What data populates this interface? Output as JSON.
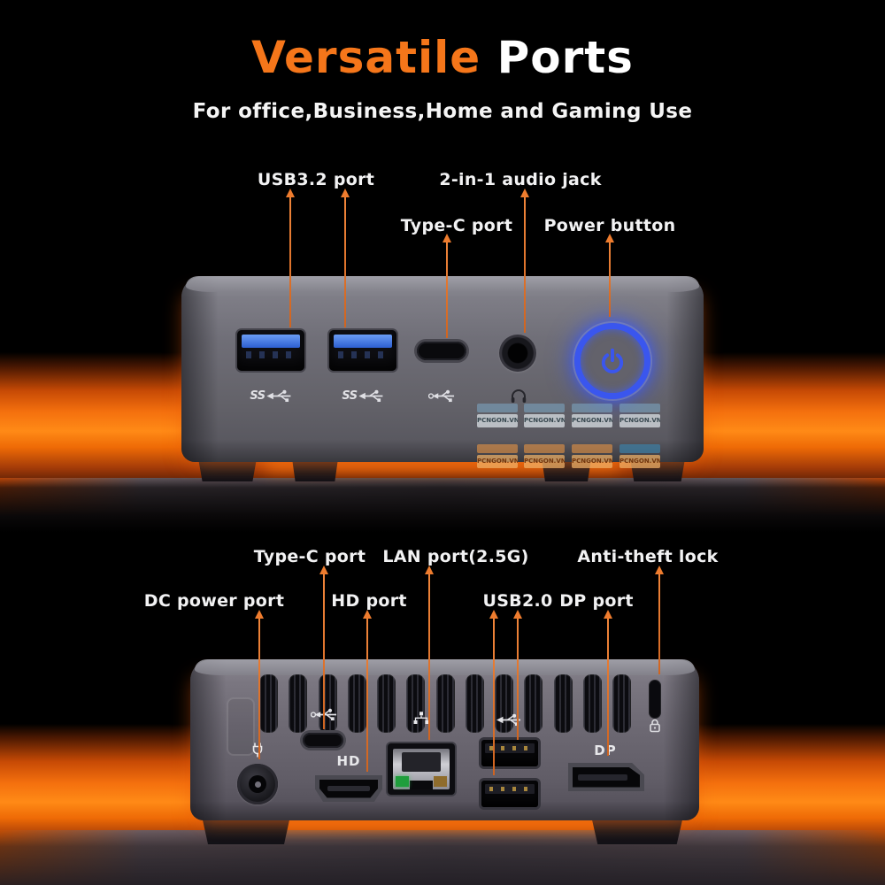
{
  "header": {
    "title_accent": "Versatile",
    "title_rest": " Ports",
    "subtitle": "For office,Business,Home and Gaming Use"
  },
  "front": {
    "labels": {
      "usb": "USB3.2 port",
      "audio": "2-in-1 audio jack",
      "typec": "Type-C port",
      "power": "Power button"
    },
    "usb_logo_text": "SS"
  },
  "back": {
    "labels": {
      "typec": "Type-C port",
      "lan": "LAN port(2.5G)",
      "lock": "Anti-theft lock",
      "dc": "DC power port",
      "hd": "HD port",
      "usb": "USB2.0",
      "dp": "DP port"
    },
    "port_text": {
      "hd": "HD",
      "dp": "DP"
    }
  },
  "watermark": {
    "text": "PCNGON.VN"
  },
  "icons": {
    "usb_trident": "usb-trident-arrow-left",
    "headphone": "headphone-arc",
    "power": "power-symbol",
    "dc_plug": "power-plug",
    "ethernet": "network-nodes",
    "padlock": "kensington-lock"
  },
  "colors": {
    "accent_orange": "#F5761A",
    "arrow_orange": "#EE7C2E",
    "glow_orange": "#FF8A16",
    "power_blue": "#3A56EE",
    "usb_blue": "#3D7BE8",
    "lan_led_green": "#1F9E3C"
  }
}
